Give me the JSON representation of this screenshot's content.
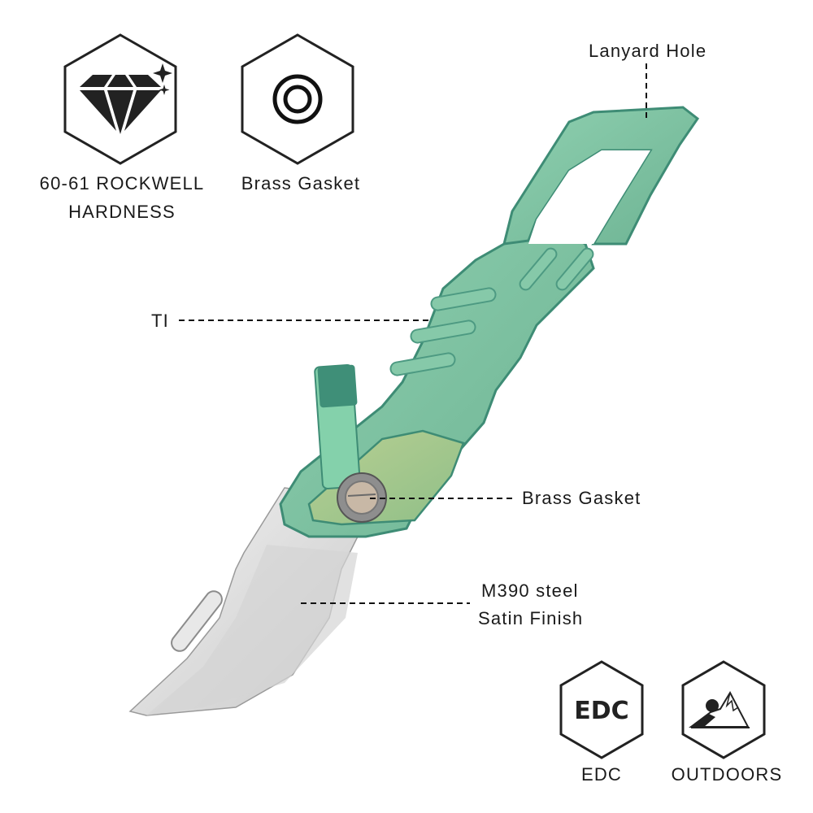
{
  "features_top": [
    {
      "icon": "diamond-icon",
      "label_lines": [
        "60-61 ROCKWELL",
        "HARDNESS"
      ]
    },
    {
      "icon": "gasket-rings-icon",
      "label_lines": [
        "Brass Gasket"
      ]
    }
  ],
  "features_bottom": [
    {
      "icon": "edc-text-icon",
      "icon_text": "EDC",
      "label": "EDC"
    },
    {
      "icon": "mountain-icon",
      "label": "OUTDOORS"
    }
  ],
  "callouts": {
    "lanyard_hole": "Lanyard Hole",
    "ti": "TI",
    "brass_gasket": "Brass Gasket",
    "blade_steel": "M390 steel",
    "blade_finish": "Satin Finish"
  },
  "colors": {
    "handle_green": "#7ec4a4",
    "handle_dark": "#3f8f78",
    "blade_steel": "#d9d9d9",
    "text": "#1a1a1a"
  }
}
